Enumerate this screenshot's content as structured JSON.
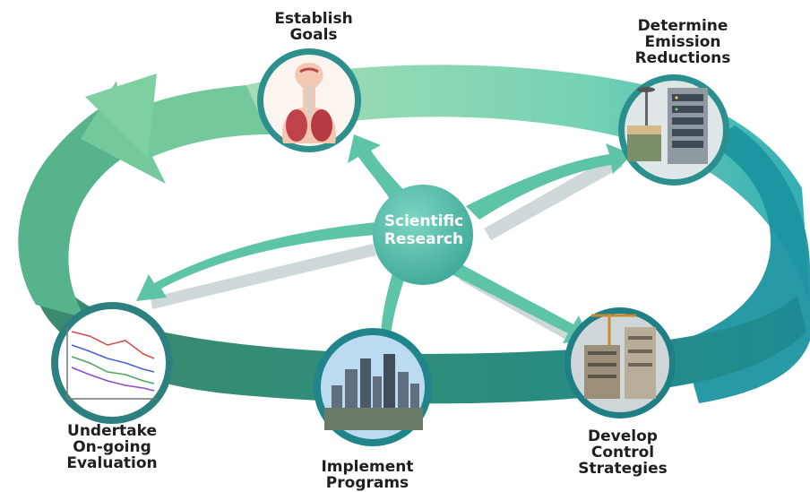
{
  "diagram": {
    "center": {
      "line1": "Scientific",
      "line2": "Research"
    },
    "stages": {
      "goals": {
        "line1": "Establish",
        "line2": "Goals",
        "icon": "respiratory-system-icon"
      },
      "emission": {
        "line1": "Determine",
        "line2": "Emission",
        "line3": "Reductions",
        "icon": "monitoring-equipment-icon"
      },
      "strategies": {
        "line1": "Develop",
        "line2": "Control",
        "line3": "Strategies",
        "icon": "construction-site-icon"
      },
      "programs": {
        "line1": "Implement",
        "line2": "Programs",
        "icon": "city-skyline-icon"
      },
      "evaluation": {
        "line1": "Undertake",
        "line2": "On-going",
        "line3": "Evaluation",
        "icon": "trend-chart-icon"
      }
    },
    "colors": {
      "ring_light": "#7fcfa8",
      "ring_mid": "#4fb39a",
      "ring_dark": "#2d7f73",
      "ring_teal": "#2aa3a6",
      "node_border": "#2f8f8a",
      "center": "#5ec2b0",
      "arrow": "#62c4a7",
      "arrow_shadow": "#c8d3d3"
    }
  }
}
